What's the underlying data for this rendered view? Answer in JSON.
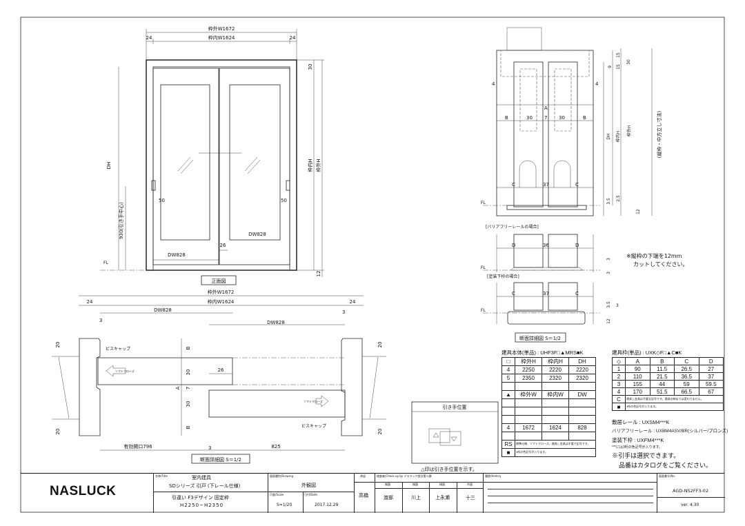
{
  "front_view": {
    "outer_w": "枠外W1672",
    "inner_w": "枠内W1624",
    "side_left": "24",
    "side_right": "24",
    "top_30": "30",
    "dh": "DH",
    "inner_h": "枠内H",
    "outer_h": "枠外H",
    "handle_height": "930(引き手中心)",
    "fl": "FL",
    "dw_left": "DW828",
    "dw_right": "DW828",
    "overlap": "26",
    "handle_left_50": "50",
    "handle_right_50": "50",
    "bottom_12": "12",
    "caption": "正面図"
  },
  "plan_section": {
    "outer_w": "枠外W1672",
    "inner_w": "枠内W1624",
    "side_left": "24",
    "side_right": "24",
    "dw_left": "DW828",
    "dw_right": "DW828",
    "gap_left": "3",
    "gap_right": "3",
    "dim_20_tl": "20",
    "dim_20_bl": "20",
    "dim_20_tr": "20",
    "dim_20_br": "20",
    "dim_b_top": "B",
    "dim_30_top": "30",
    "dim_7": "7",
    "dim_a": "A",
    "dim_30_bottom": "30",
    "dim_b_bottom": "B",
    "overlap": "26",
    "screw_cap_left": "ビスキャップ",
    "screw_cap_right": "ビスキャップ",
    "soft_close_left": "ソフトクローズ",
    "soft_close_right": "ソフトクローズ",
    "opening": "有効開口796",
    "gap_mid": "3",
    "dim_825": "825",
    "caption": "断面詳細図 S＝1/2"
  },
  "side_section": {
    "dim_4_left": "4",
    "dim_4_right": "4",
    "dim_a": "A",
    "dim_b_left": "B",
    "dim_30_left": "30",
    "dim_7": "7",
    "dim_30_right": "30",
    "dim_b_right": "B",
    "dim_c_left": "C",
    "dim_37": "37",
    "dim_c_right": "C",
    "dim_15a": "15",
    "dim_15b": "15",
    "dim_9": "9",
    "dim_30": "30",
    "dh": "DH",
    "inner_h": "枠内H",
    "outer_h": "枠外H",
    "note_h": "(縦枠・中方立し寸法)",
    "dim_35": "3.5",
    "dim_25": "2.5",
    "dim_12": "12",
    "fl": "FL",
    "barrier_title": "[バリアフリーレールの場合]",
    "dim_d_left": "D",
    "dim_36": "36",
    "dim_d_right": "D",
    "dim_3a": "3",
    "dim_3b": "3",
    "fl2": "FL",
    "note_cut_1": "※縦枠の下端を12mm",
    "note_cut_2": "カットしてください。",
    "painted_title": "[塗装下枠の場合]",
    "dim_c2_left": "C",
    "dim_37b": "37",
    "dim_c2_right": "C",
    "dim_35b": "3.5",
    "dim_3c": "3",
    "dim_12b": "12",
    "fl3": "FL",
    "caption": "断面詳細図 S＝1/2"
  },
  "handle_position": {
    "title": "引き手位置",
    "note": "△印は引き手位置を示す。"
  },
  "door_table": {
    "title": "建具本体(単品) : UHF3F□▲MRS■K",
    "header1": [
      "□",
      "枠外H",
      "枠内H",
      "DH"
    ],
    "rows1": [
      [
        "4",
        "2250",
        "2220",
        "2220"
      ],
      [
        "5",
        "2350",
        "2320",
        "2320"
      ]
    ],
    "header2": [
      "▲",
      "枠外W",
      "枠内W",
      "DW"
    ],
    "rows2": [
      [
        "4",
        "1672",
        "1624",
        "828"
      ]
    ],
    "rs_label": "RS",
    "rs_note": "標準仕様、ソフトクローズ、建具し金具は不要で記号です。",
    "sq_label": "■",
    "sq_note": "3桁の色記号が入ります。"
  },
  "frame_table": {
    "title": "建具枠(単品) : UXK◇F□▲C■K",
    "header": [
      "◇",
      "A",
      "B",
      "C",
      "D"
    ],
    "rows": [
      [
        "1",
        "90",
        "11.5",
        "26.5",
        "27"
      ],
      [
        "2",
        "110",
        "21.5",
        "36.5",
        "37"
      ],
      [
        "3",
        "155",
        "44",
        "59",
        "59.5"
      ],
      [
        "4",
        "170",
        "51.5",
        "66.5",
        "67"
      ]
    ],
    "c_label": "C",
    "c_note": "建具し金具は不要な記号です。建具の納まりは変わりません。",
    "sq_label": "■",
    "sq_note": "3桁の色記号が入ります。",
    "rail_label": "敷居レール",
    "rail_value": ": UXSM4***K",
    "barrier_label": "バリアフリーレール",
    "barrier_value": ": UXBM4ASV/BR(シルバー/ブロンズ)",
    "painted_label": "塗装下枠",
    "painted_value": ": UXFM4***K",
    "color_note": "***には3桁の色記号が入ります。",
    "handle_note": "※引手は選択できます。",
    "catalog_note": "品番はカタログをご覧ください。"
  },
  "title_block": {
    "logo": "NASLUCK",
    "title_label": "名称/Title",
    "title_1": "室内建具",
    "title_2": "SDシリーズ 引戸 (下レール仕様)",
    "title_3": "引違い F3デザイン 固定枠",
    "title_4": "H2250~H2350",
    "drawing_label": "図面種別/Drawing",
    "drawing_value": "外観図",
    "scale_label": "尺度/Scale",
    "scale_value": "S=1/20",
    "date_label": "日付/Date",
    "date_value": "2017.12.29",
    "approve_label": "承認",
    "approve_value": "高橋",
    "check_label": "検査者/Check up by デスラック設計第二課",
    "checkers": [
      [
        "検図",
        "渡部"
      ],
      [
        "検図",
        "川上"
      ],
      [
        "検図",
        "上永瀬"
      ],
      [
        "作図",
        "十三"
      ]
    ],
    "history_label": "履歴/History",
    "number_label": "図面番号/No.",
    "number_value": "AGD-NS2FF3-02",
    "version": "ver. 4.30"
  }
}
